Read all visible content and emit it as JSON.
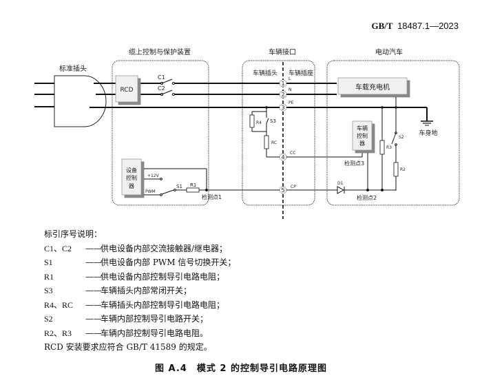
{
  "header": {
    "std_prefix": "GB/T",
    "std_number": "18487.1—2023"
  },
  "diagram": {
    "regions": {
      "plug": "标准插头",
      "iccpd": "缆上控制与保护装置",
      "interface": "车辆接口",
      "vehicle": "电动汽车",
      "vehicle_plug": "车辆插头",
      "vehicle_inlet": "车辆插座"
    },
    "components": {
      "rcd": "RCD",
      "c1": "C1",
      "c2": "C2",
      "onboard_charger": "车载充电机",
      "supply_controller": [
        "设备",
        "控制",
        "器"
      ],
      "vehicle_controller": [
        "车辆",
        "控制",
        "器"
      ],
      "plus12v": "+12V",
      "pwm": "PWM",
      "s1": "S1",
      "r1": "R1",
      "r4": "R4",
      "s3": "S3",
      "rc": "RC",
      "d1": "D1",
      "r3": "R3",
      "s2": "S2",
      "r2": "R2",
      "chassis_ground": "车身地"
    },
    "pins": [
      {
        "num": "1",
        "label": "L"
      },
      {
        "num": "2",
        "label": "N"
      },
      {
        "num": "3",
        "label": "PE"
      },
      {
        "num": "4",
        "label": "CC"
      },
      {
        "num": "5",
        "label": "CP"
      }
    ],
    "detection_points": {
      "p1": "检测点1",
      "p2": "检测点2",
      "p3": "检测点3"
    }
  },
  "legend": {
    "title": "标引序号说明：",
    "dash": "——",
    "items": [
      {
        "symbol": "C1、C2",
        "desc": "供电设备内部交流接触器/继电器；"
      },
      {
        "symbol": "S1",
        "desc": "供电设备内部 PWM 信号切换开关；"
      },
      {
        "symbol": "R1",
        "desc": "供电设备内部控制导引电路电阻；"
      },
      {
        "symbol": "S3",
        "desc": "车辆插头内部常闭开关；"
      },
      {
        "symbol": "R4、RC",
        "desc": "车辆插头内部控制导引电路电阻；"
      },
      {
        "symbol": "S2",
        "desc": "车辆内部控制导引电路开关；"
      },
      {
        "symbol": "R2、R3",
        "desc": "车辆内部控制导引电路电阻。"
      }
    ],
    "note": "RCD 安装要求应符合 GB/T 41589 的规定。"
  },
  "caption": "图 A.4　模式 2 的控制导引电路原理图"
}
